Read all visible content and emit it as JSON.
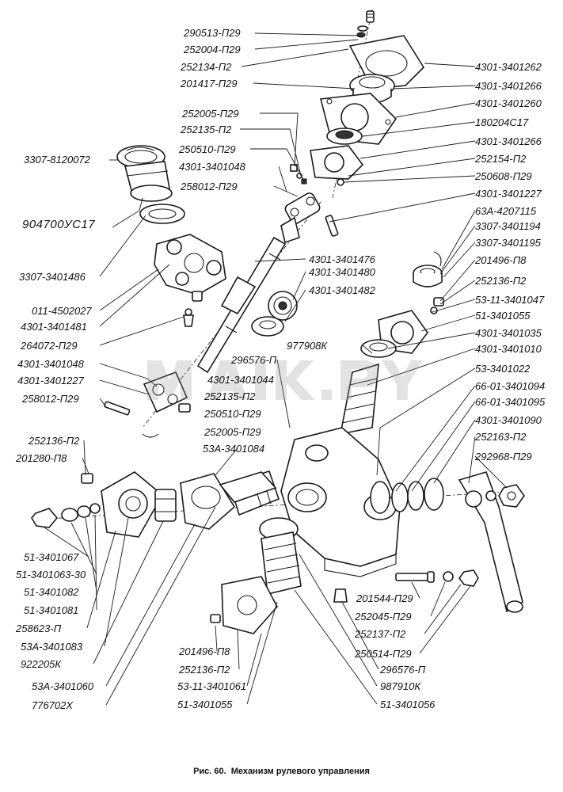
{
  "labels": {
    "l01": "290513-П29",
    "l02": "252004-П29",
    "l03": "252134-П2",
    "l04": "201417-П29",
    "l05": "252005-П29",
    "l06": "252135-П2",
    "l07": "250510-П29",
    "l08": "4301-3401048",
    "l09": "258012-П29",
    "l10": "3307-8120072",
    "l11": "904700УС17",
    "l12": "3307-3401486",
    "l13": "011-4502027",
    "l14": "4301-3401481",
    "l15": "264072-П29",
    "l16": "4301-3401048",
    "l17": "4301-3401227",
    "l18": "258012-П29",
    "l19": "4301-3401476",
    "l20": "4301-3401480",
    "l21": "4301-3401482",
    "l22": "296576-П",
    "l23": "4301-3401044",
    "l24": "252135-П2",
    "l25": "250510-П29",
    "l26": "252005-П29",
    "l27": "977908К",
    "l28": "53А-3401084",
    "l29": "4301-3401262",
    "l30": "4301-3401266",
    "l31": "4301-3401260",
    "l32": "180204С17",
    "l33": "4301-3401266",
    "l34": "252154-П2",
    "l35": "250608-П29",
    "l36": "4301-3401227",
    "l37": "63А-4207115",
    "l38": "3307-3401194",
    "l39": "3307-3401195",
    "l40": "201496-П8",
    "l41": "252136-П2",
    "l42": "53-11-3401047",
    "l43": "51-3401055",
    "l44": "4301-3401035",
    "l45": "4301-3401010",
    "l46": "53-3401022",
    "l47": "66-01-3401094",
    "l48": "66-01-3401095",
    "l49": "4301-3401090",
    "l50": "252163-П2",
    "l51": "292968-П29",
    "l52": "252136-П2",
    "l53": "201280-П8",
    "l54": "51-3401067",
    "l55": "51-3401063-30",
    "l56": "51-3401082",
    "l57": "51-3401081",
    "l58": "258623-П",
    "l59": "53А-3401083",
    "l60": "922205К",
    "l61": "53А-3401060",
    "l62": "776702Х",
    "l63": "201496-П8",
    "l64": "252136-П2",
    "l65": "53-11-3401061",
    "l66": "51-3401055",
    "l67": "201544-П29",
    "l68": "252045-П29",
    "l69": "252137-П2",
    "l70": "250514-П29",
    "l71": "296576-П",
    "l72": "987910К",
    "l73": "51-3401056"
  },
  "caption": {
    "number": "Рис. 60.",
    "title": "Механизм рулевого управления"
  },
  "watermark": "maik.py",
  "colors": {
    "line": "#1a1a1a",
    "background": "#ffffff",
    "watermark": "#9a9a9a"
  }
}
